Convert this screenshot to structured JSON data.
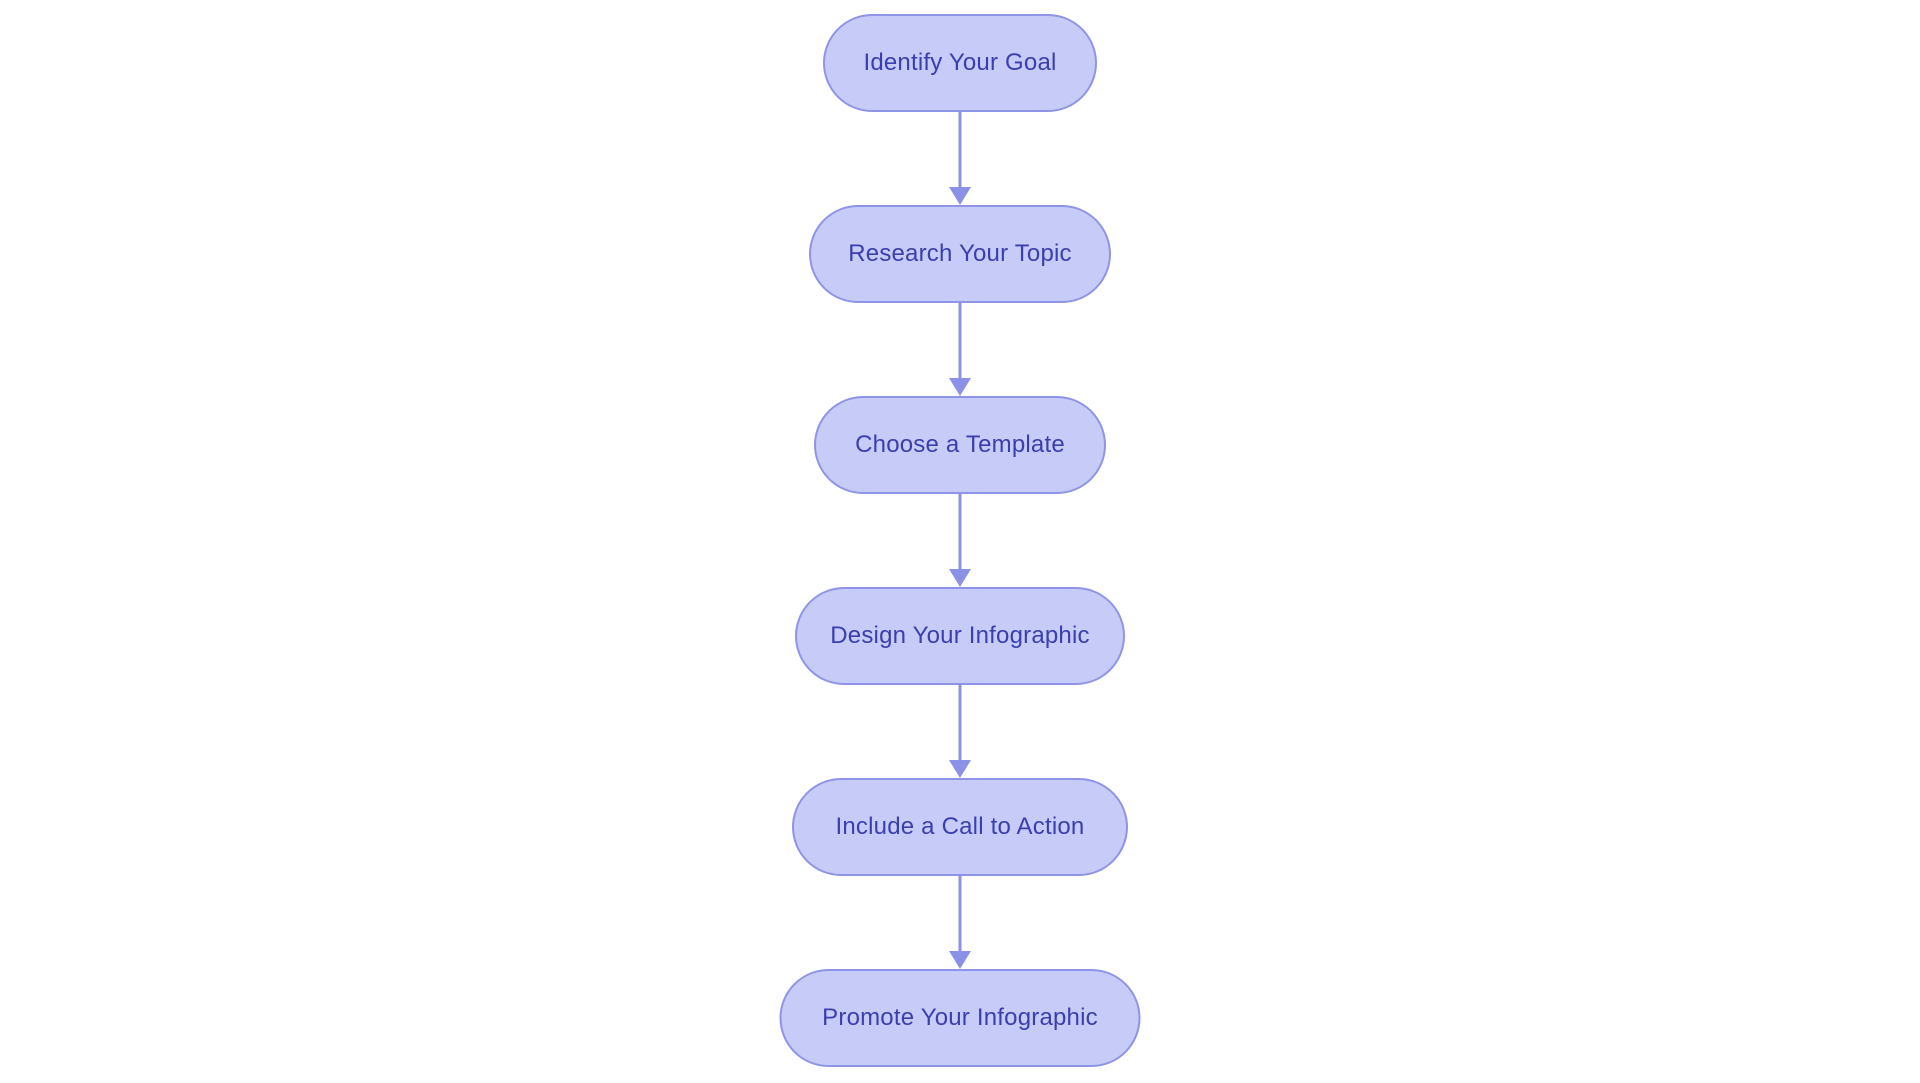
{
  "diagram": {
    "type": "flowchart",
    "direction": "top-to-bottom",
    "nodes": [
      {
        "id": "step-1",
        "label": "Identify Your Goal"
      },
      {
        "id": "step-2",
        "label": "Research Your Topic"
      },
      {
        "id": "step-3",
        "label": "Choose a Template"
      },
      {
        "id": "step-4",
        "label": "Design Your Infographic"
      },
      {
        "id": "step-5",
        "label": "Include a Call to Action"
      },
      {
        "id": "step-6",
        "label": "Promote Your Infographic"
      }
    ],
    "edges": [
      {
        "from": "step-1",
        "to": "step-2"
      },
      {
        "from": "step-2",
        "to": "step-3"
      },
      {
        "from": "step-3",
        "to": "step-4"
      },
      {
        "from": "step-4",
        "to": "step-5"
      },
      {
        "from": "step-5",
        "to": "step-6"
      }
    ]
  },
  "colors": {
    "node_fill": "#c7cbf7",
    "node_border": "#8f94e6",
    "node_text": "#3b3eae",
    "arrow": "#8a91e6",
    "background": "#ffffff"
  }
}
